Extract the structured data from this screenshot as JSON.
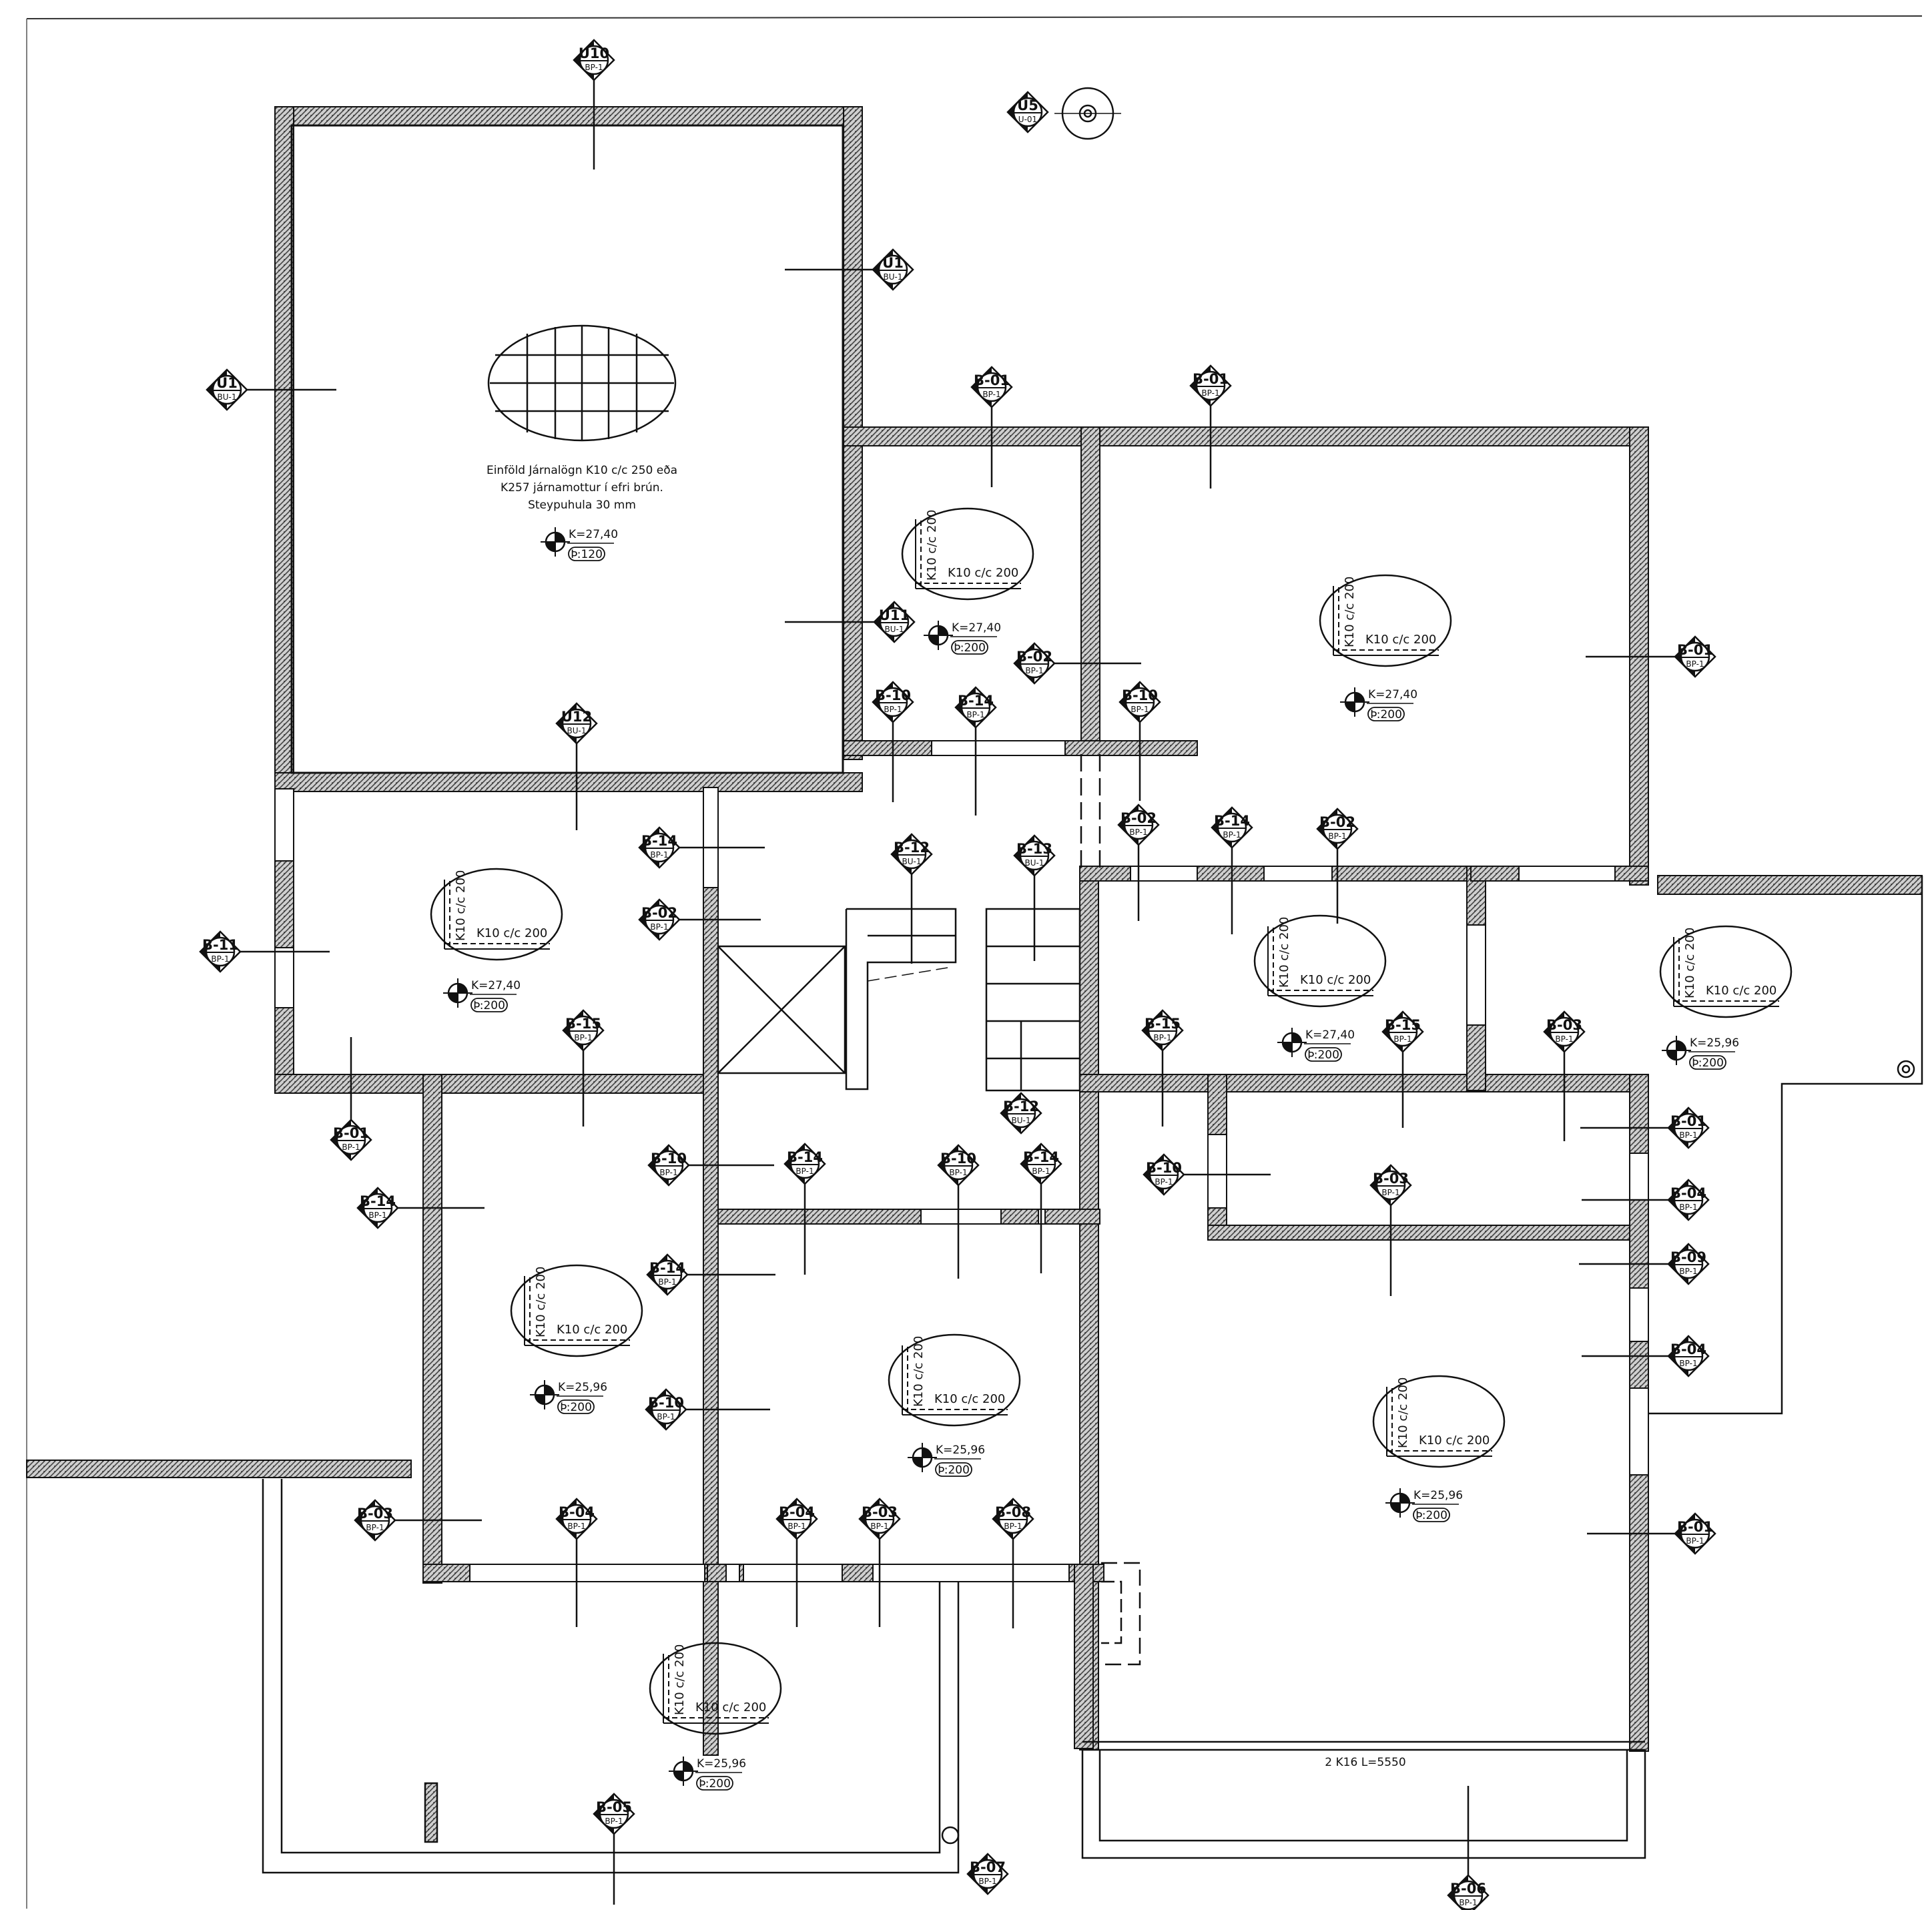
{
  "drawing": {
    "slab_note": [
      "Einföld Járnalögn K10 c/c 250 eða",
      "K257 járnamottur í efri brún.",
      "Steypuhula 30 mm"
    ],
    "beam_note": "2 K16 L=5550"
  },
  "levels": [
    {
      "elev": "K=27,40",
      "slab": "Þ:120"
    },
    {
      "elev": "K=27,40",
      "slab": "Þ:200"
    },
    {
      "elev": "K=27,40",
      "slab": "Þ:200"
    },
    {
      "elev": "K=27,40",
      "slab": "Þ:200"
    },
    {
      "elev": "K=27,40",
      "slab": "Þ:200"
    },
    {
      "elev": "K=25,96",
      "slab": "Þ:200"
    },
    {
      "elev": "K=25,96",
      "slab": "Þ:200"
    },
    {
      "elev": "K=25,96",
      "slab": "Þ:200"
    },
    {
      "elev": "K=25,96",
      "slab": "Þ:200"
    },
    {
      "elev": "K=25,96",
      "slab": "Þ:200"
    }
  ],
  "rebar": [
    "K10 c/c 200",
    "K10 c/c 200",
    "K10 c/c 200",
    "K10 c/c 200",
    "K10 c/c 200",
    "K10 c/c 200",
    "K10 c/c 200",
    "K10 c/c 200",
    "K10 c/c 200",
    "K10 c/c 200"
  ],
  "markers": [
    {
      "top": "U10",
      "bot": "BP-1"
    },
    {
      "top": "U5",
      "bot": "U-01"
    },
    {
      "top": "U1",
      "bot": "BU-1"
    },
    {
      "top": "U1",
      "bot": "BU-1"
    },
    {
      "top": "B-01",
      "bot": "BP-1"
    },
    {
      "top": "B-01",
      "bot": "BP-1"
    },
    {
      "top": "U11",
      "bot": "BU-1"
    },
    {
      "top": "B-02",
      "bot": "BP-1"
    },
    {
      "top": "B-01",
      "bot": "BP-1"
    },
    {
      "top": "B-10",
      "bot": "BP-1"
    },
    {
      "top": "B-14",
      "bot": "BP-1"
    },
    {
      "top": "B-10",
      "bot": "BP-1"
    },
    {
      "top": "U12",
      "bot": "BU-1"
    },
    {
      "top": "B-02",
      "bot": "BP-1"
    },
    {
      "top": "B-14",
      "bot": "BP-1"
    },
    {
      "top": "B-02",
      "bot": "BP-1"
    },
    {
      "top": "B-14",
      "bot": "BP-1"
    },
    {
      "top": "B-12",
      "bot": "BU-1"
    },
    {
      "top": "B-13",
      "bot": "BU-1"
    },
    {
      "top": "B-02",
      "bot": "BP-1"
    },
    {
      "top": "B-11",
      "bot": "BP-1"
    },
    {
      "top": "B-15",
      "bot": "BP-1"
    },
    {
      "top": "B-15",
      "bot": "BP-1"
    },
    {
      "top": "B-15",
      "bot": "BP-1"
    },
    {
      "top": "B-03",
      "bot": "BP-1"
    },
    {
      "top": "B-12",
      "bot": "BU-1"
    },
    {
      "top": "B-01",
      "bot": "BP-1"
    },
    {
      "top": "B-14",
      "bot": "BP-1"
    },
    {
      "top": "B-10",
      "bot": "BP-1"
    },
    {
      "top": "B-14",
      "bot": "BP-1"
    },
    {
      "top": "B-10",
      "bot": "BP-1"
    },
    {
      "top": "B-14",
      "bot": "BP-1"
    },
    {
      "top": "B-10",
      "bot": "BP-1"
    },
    {
      "top": "B-03",
      "bot": "BP-1"
    },
    {
      "top": "B-01",
      "bot": "BP-1"
    },
    {
      "top": "B-04",
      "bot": "BP-1"
    },
    {
      "top": "B-14",
      "bot": "BP-1"
    },
    {
      "top": "B-09",
      "bot": "BP-1"
    },
    {
      "top": "B-10",
      "bot": "BP-1"
    },
    {
      "top": "B-04",
      "bot": "BP-1"
    },
    {
      "top": "B-03",
      "bot": "BP-1"
    },
    {
      "top": "B-04",
      "bot": "BP-1"
    },
    {
      "top": "B-04",
      "bot": "BP-1"
    },
    {
      "top": "B-03",
      "bot": "BP-1"
    },
    {
      "top": "B-08",
      "bot": "BP-1"
    },
    {
      "top": "B-01",
      "bot": "BP-1"
    },
    {
      "top": "B-05",
      "bot": "BP-1"
    },
    {
      "top": "B-07",
      "bot": "BP-1"
    },
    {
      "top": "B-06",
      "bot": "BP-1"
    }
  ]
}
